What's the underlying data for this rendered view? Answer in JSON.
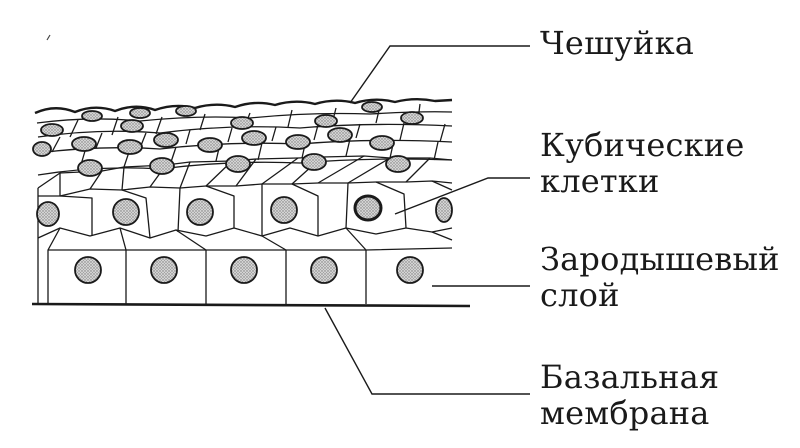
{
  "labels": {
    "scale": [
      "Чешуйка"
    ],
    "cubic_cells": [
      "Кубические",
      "клетки"
    ],
    "germinal_layer": [
      "Зародышевый",
      "слой"
    ],
    "basal_membrane": [
      "Базальная",
      "мембрана"
    ]
  },
  "colors": {
    "ink": "#1a1a1a",
    "nucleus_fill": "#bdbdbd",
    "background": "#ffffff"
  }
}
